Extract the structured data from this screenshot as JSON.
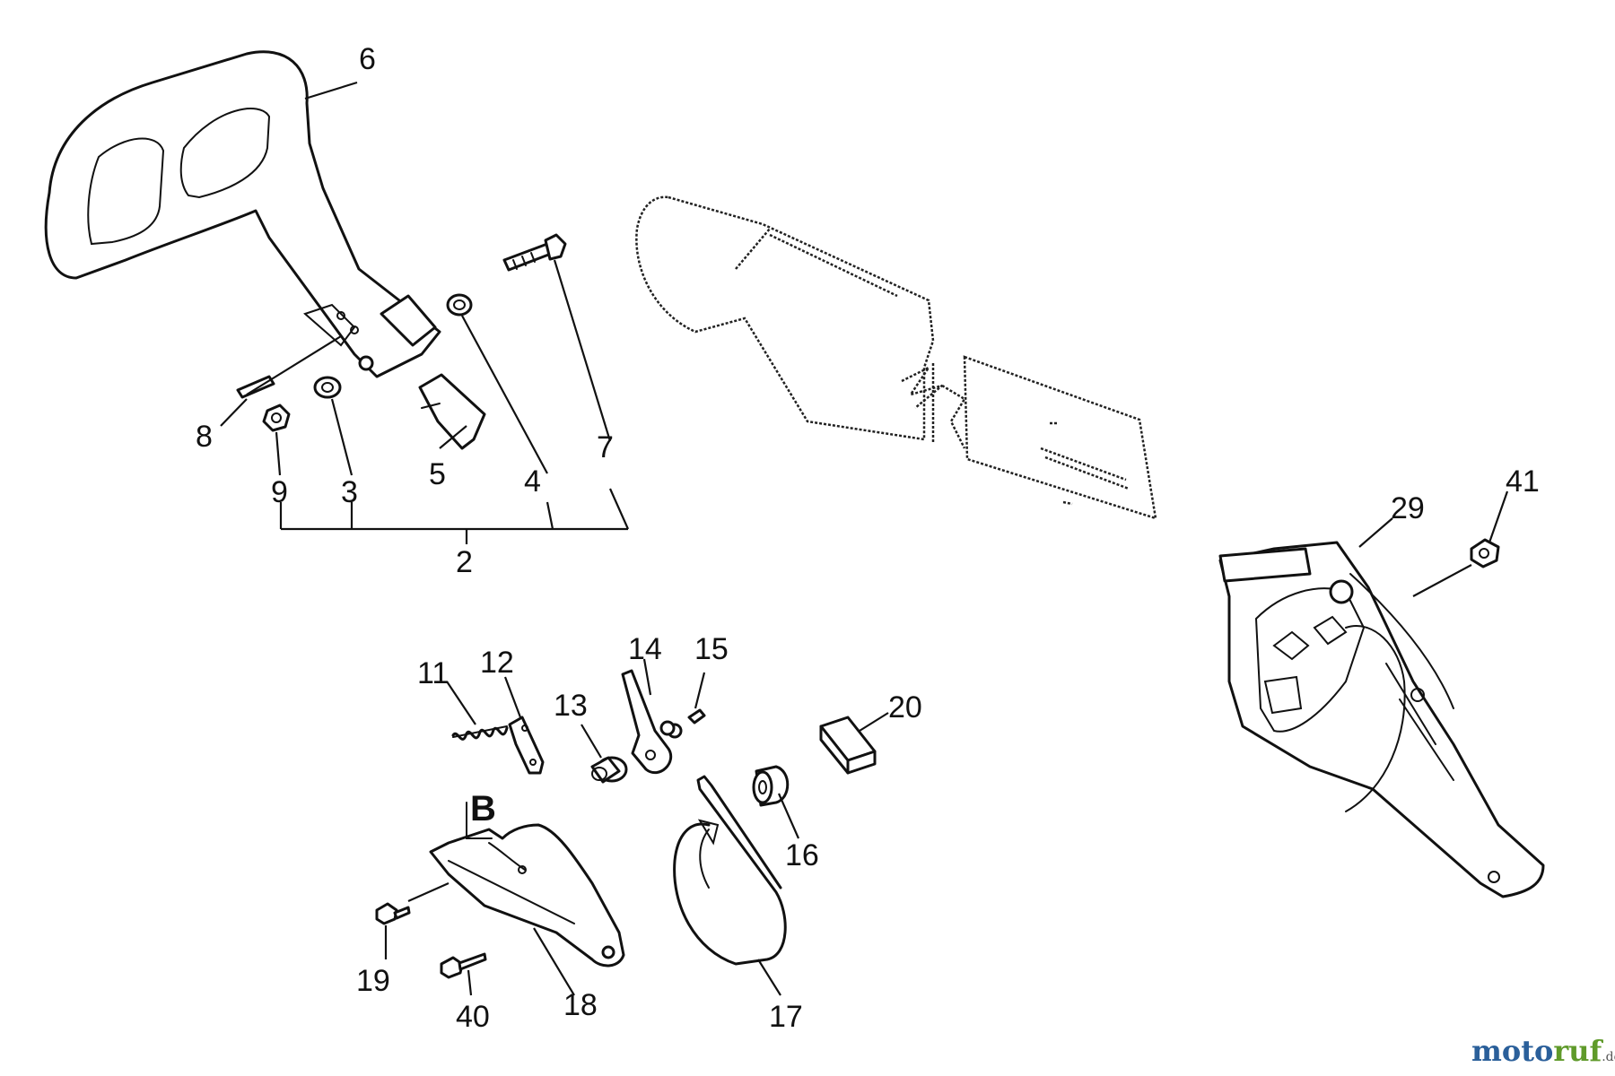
{
  "labels": {
    "p2": "2",
    "p3": "3",
    "p4": "4",
    "p5": "5",
    "p6": "6",
    "p7": "7",
    "p8": "8",
    "p9": "9",
    "p11": "11",
    "p12": "12",
    "p13": "13",
    "p14": "14",
    "p15": "15",
    "p16": "16",
    "p17": "17",
    "p18": "18",
    "p19": "19",
    "p20": "20",
    "p29": "29",
    "p40": "40",
    "p41": "41",
    "detail": "B"
  },
  "watermark": {
    "part1": "moto",
    "part2": "ruf",
    "suffix": ".de"
  },
  "colors": {
    "line": "#111111",
    "background": "#ffffff",
    "watermark_blue": "#2a5f9a",
    "watermark_green": "#5f9a2a"
  }
}
